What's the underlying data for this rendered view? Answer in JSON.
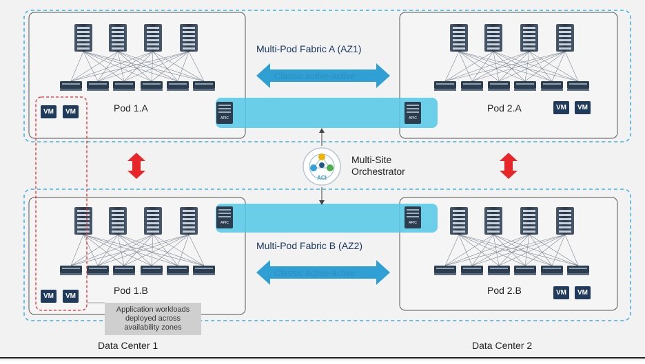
{
  "fabric_a": {
    "title": "Multi-Pod Fabric A (AZ1)",
    "arrow_label": "Classic active-active"
  },
  "fabric_b": {
    "title": "Multi-Pod Fabric B (AZ2)",
    "arrow_label": "Classic active-active"
  },
  "pods": {
    "p1a": "Pod 1.A",
    "p2a": "Pod 2.A",
    "p1b": "Pod 1.B",
    "p2b": "Pod 2.B"
  },
  "orchestrator": {
    "line1": "Multi-Site",
    "line2": "Orchestrator",
    "logo_text": "ACI"
  },
  "apic_label": "APIC",
  "vm_label": "VM",
  "note": {
    "line1": "Application workloads",
    "line2": "deployed across",
    "line3": "availability zones"
  },
  "datacenters": {
    "dc1": "Data Center 1",
    "dc2": "Data Center 2"
  },
  "colors": {
    "fabric_band": "#54c8e8",
    "arrow": "#2f9fd4",
    "red_arrow": "#e8262a",
    "dashed_blue": "#3ab0e0",
    "dashed_red": "#e8262a",
    "device_dark": "#2d3d50",
    "background": "#f2f2f2"
  }
}
